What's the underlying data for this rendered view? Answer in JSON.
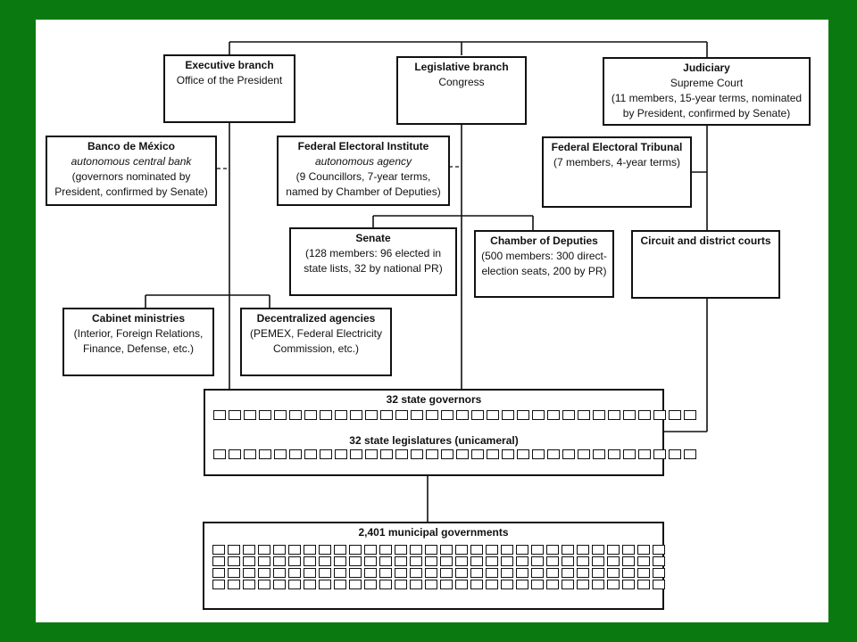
{
  "executive": {
    "title": "Executive branch",
    "line1": "Office of the President"
  },
  "legislative": {
    "title": "Legislative branch",
    "line1": "Congress"
  },
  "judiciary": {
    "title": "Judiciary",
    "line1": "Supreme Court",
    "line2": "(11 members, 15-year terms, nominated",
    "line3": "by President, confirmed by Senate)"
  },
  "banco": {
    "title": "Banco de México",
    "subtitle": "autonomous central bank",
    "line1": "(governors nominated by",
    "line2": "President, confirmed by Senate)"
  },
  "ife": {
    "title": "Federal Electoral Institute",
    "subtitle": "autonomous agency",
    "line1": "(9 Councillors, 7-year terms,",
    "line2": "named by Chamber of Deputies)"
  },
  "tribunal": {
    "title": "Federal Electoral Tribunal",
    "line1": "(7 members, 4-year terms)"
  },
  "senate": {
    "title": "Senate",
    "line1": "(128 members: 96 elected in",
    "line2": "state lists, 32 by national PR)"
  },
  "deputies": {
    "title": "Chamber of Deputies",
    "line1": "(500 members: 300 direct-",
    "line2": "election seats, 200 by PR)"
  },
  "courts": {
    "title": "Circuit and district courts"
  },
  "cabinet": {
    "title": "Cabinet ministries",
    "line1": "(Interior, Foreign Relations,",
    "line2": "Finance, Defense, etc.)"
  },
  "decentralized": {
    "title": "Decentralized agencies",
    "line1": "(PEMEX, Federal Electricity",
    "line2": "Commission, etc.)"
  },
  "states": {
    "governors_label": "32 state governors",
    "legislatures_label": "32 state legislatures (unicameral)",
    "governor_count": 32,
    "legislature_count": 32
  },
  "municipal": {
    "label": "2,401 municipal governments",
    "rows": 4,
    "per_row": 30
  }
}
